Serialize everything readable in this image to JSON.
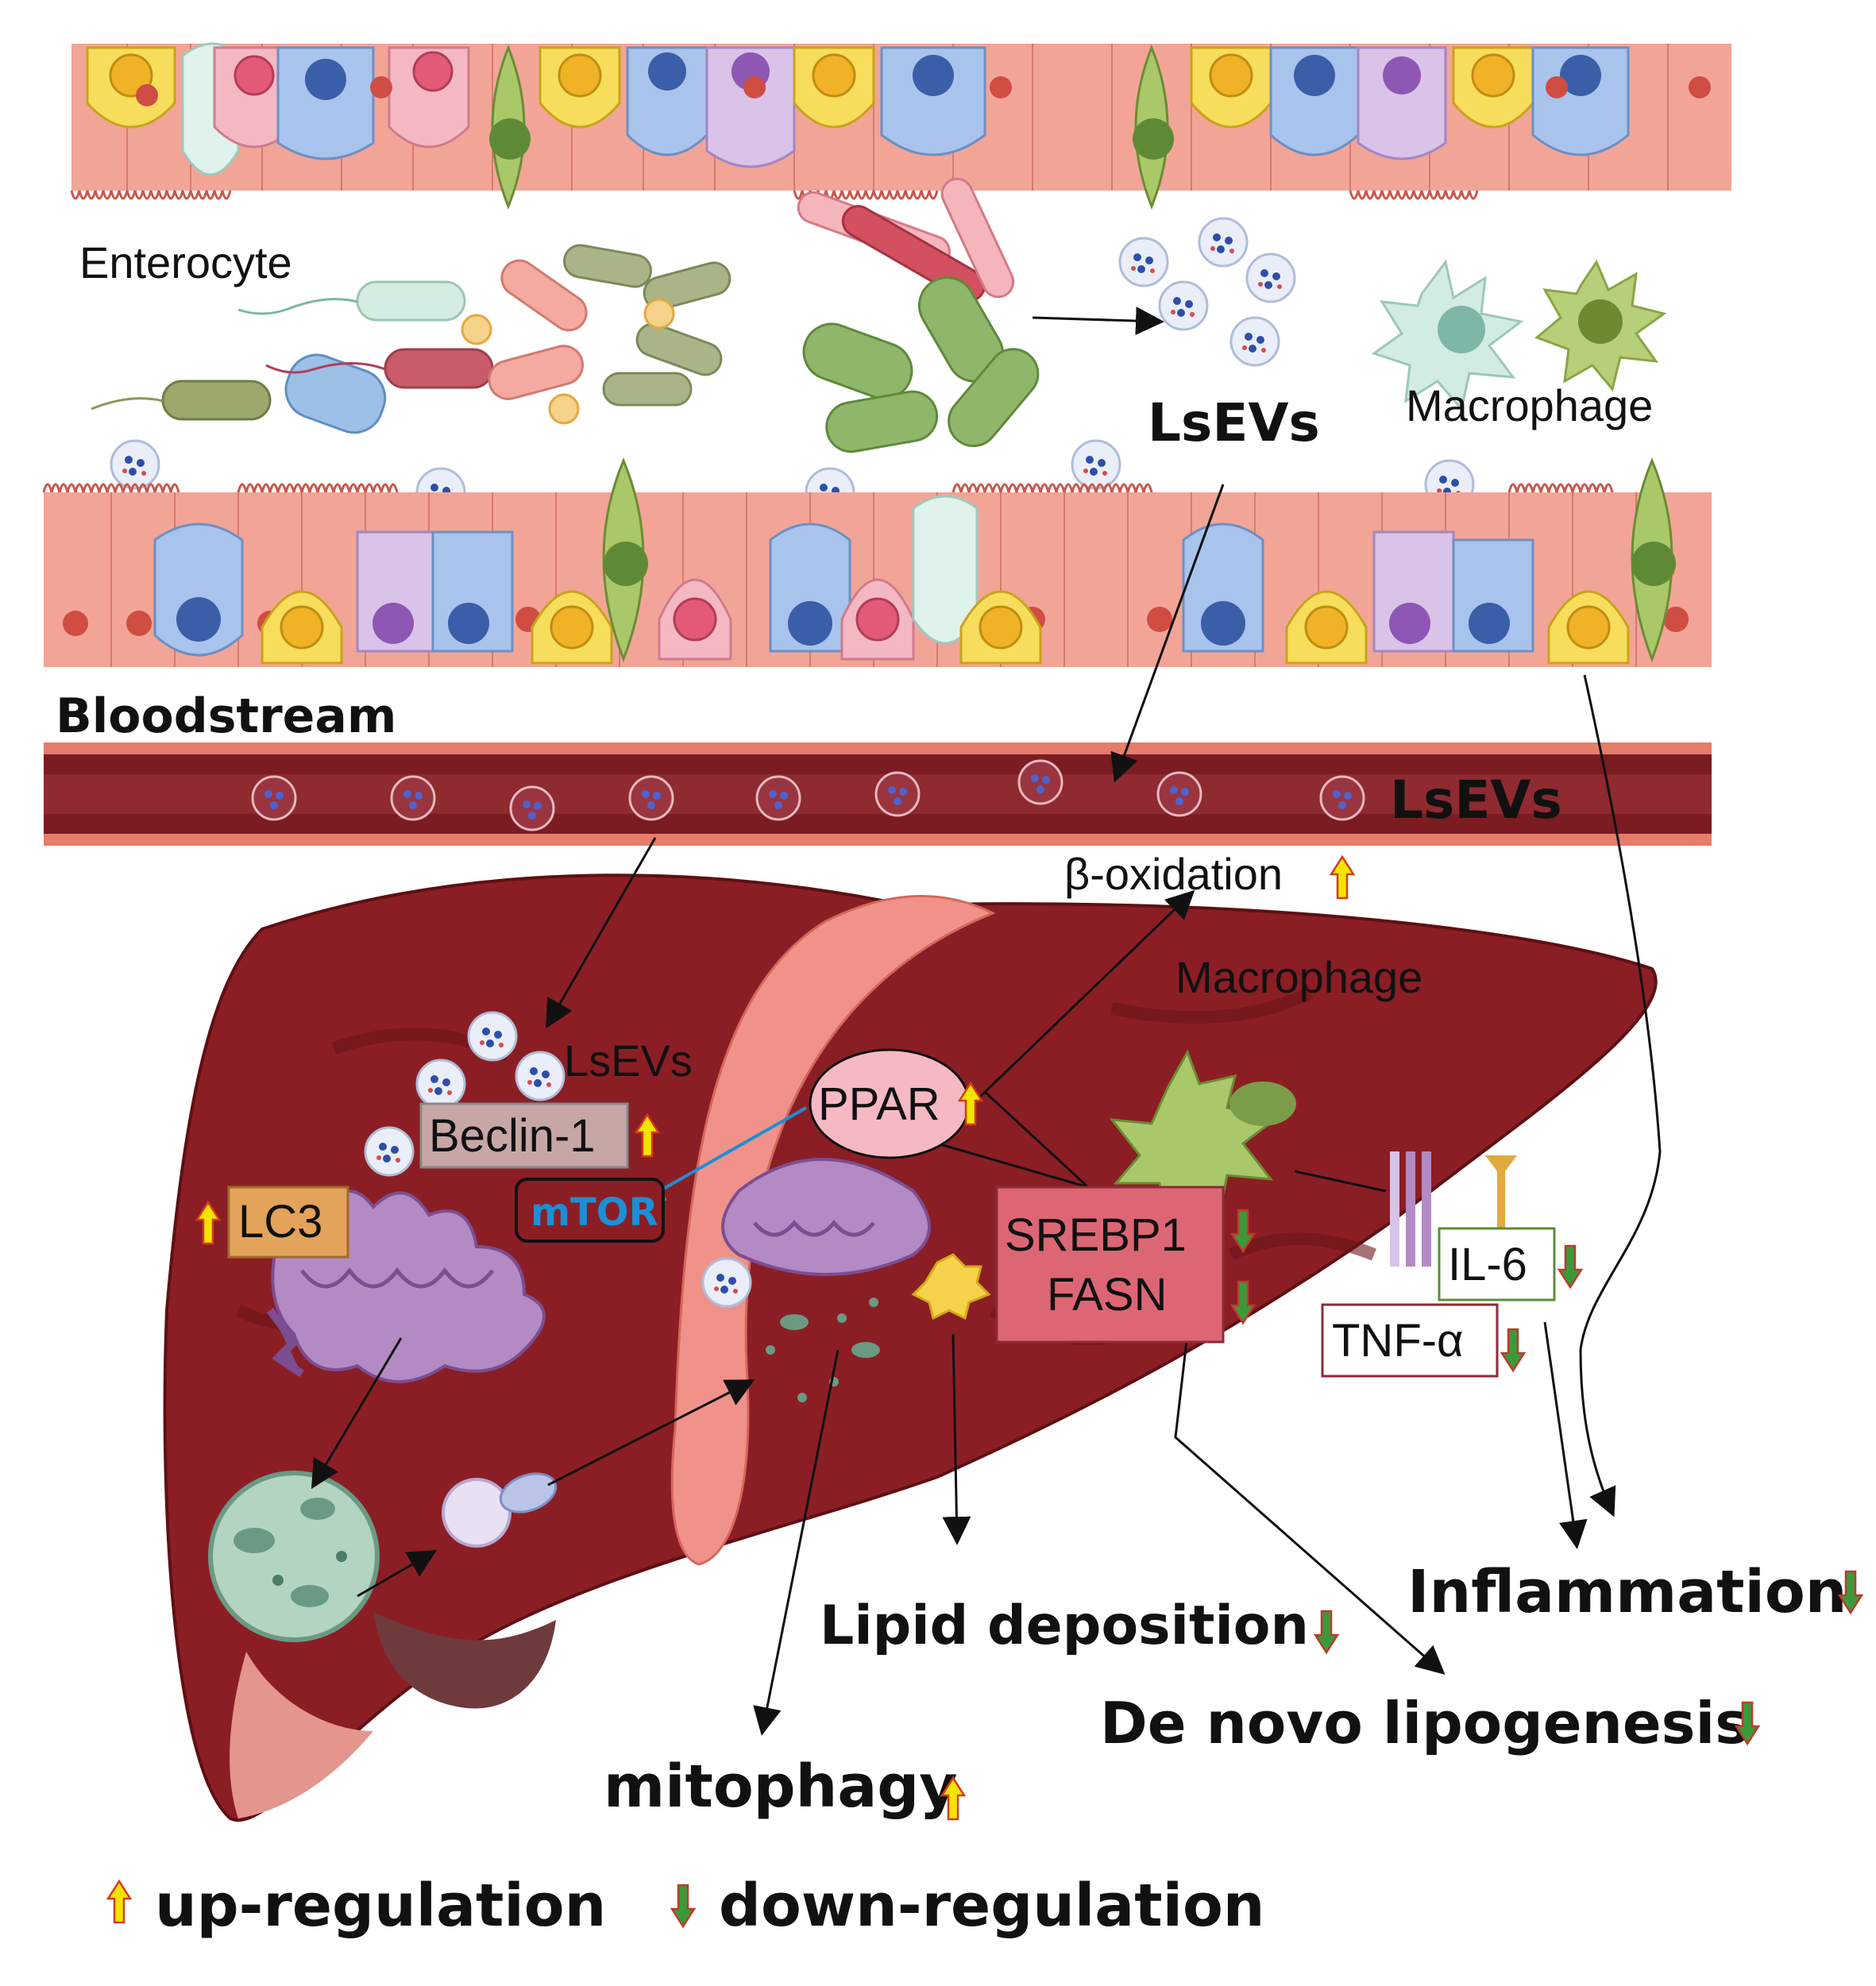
{
  "gut": {
    "enterocyte_label": "Enterocyte",
    "lsevs_label": "LsEVs",
    "macrophage_label": "Macrophage"
  },
  "blood": {
    "bloodstream_label": "Bloodstream",
    "lsevs_label": "LsEVs"
  },
  "liver": {
    "beta_oxidation": "β-oxidation",
    "macrophage_label": "Macrophage",
    "lsevs_label": "LsEVs",
    "ppar": "PPAR",
    "beclin": "Beclin-1",
    "mtor": "mTOR",
    "lc3": "LC3",
    "srebp1": "SREBP1",
    "fasn": "FASN",
    "il6": "IL-6",
    "tnf": "TNF-α"
  },
  "outcomes": {
    "lipid_deposition": "Lipid deposition",
    "inflammation": "Inflammation",
    "de_novo": "De novo lipogenesis",
    "mitophagy": "mitophagy"
  },
  "legend": {
    "up": "up-regulation",
    "down": "down-regulation"
  },
  "colors": {
    "up_arrow": "#f5e400",
    "up_arrow_outline": "#d53b1c",
    "down_arrow": "#3a9a3a",
    "down_arrow_outline": "#c0392b",
    "liver": "#8b1e24",
    "vessel": "#6e1a1f",
    "mtor_text": "#1c8fd6"
  }
}
